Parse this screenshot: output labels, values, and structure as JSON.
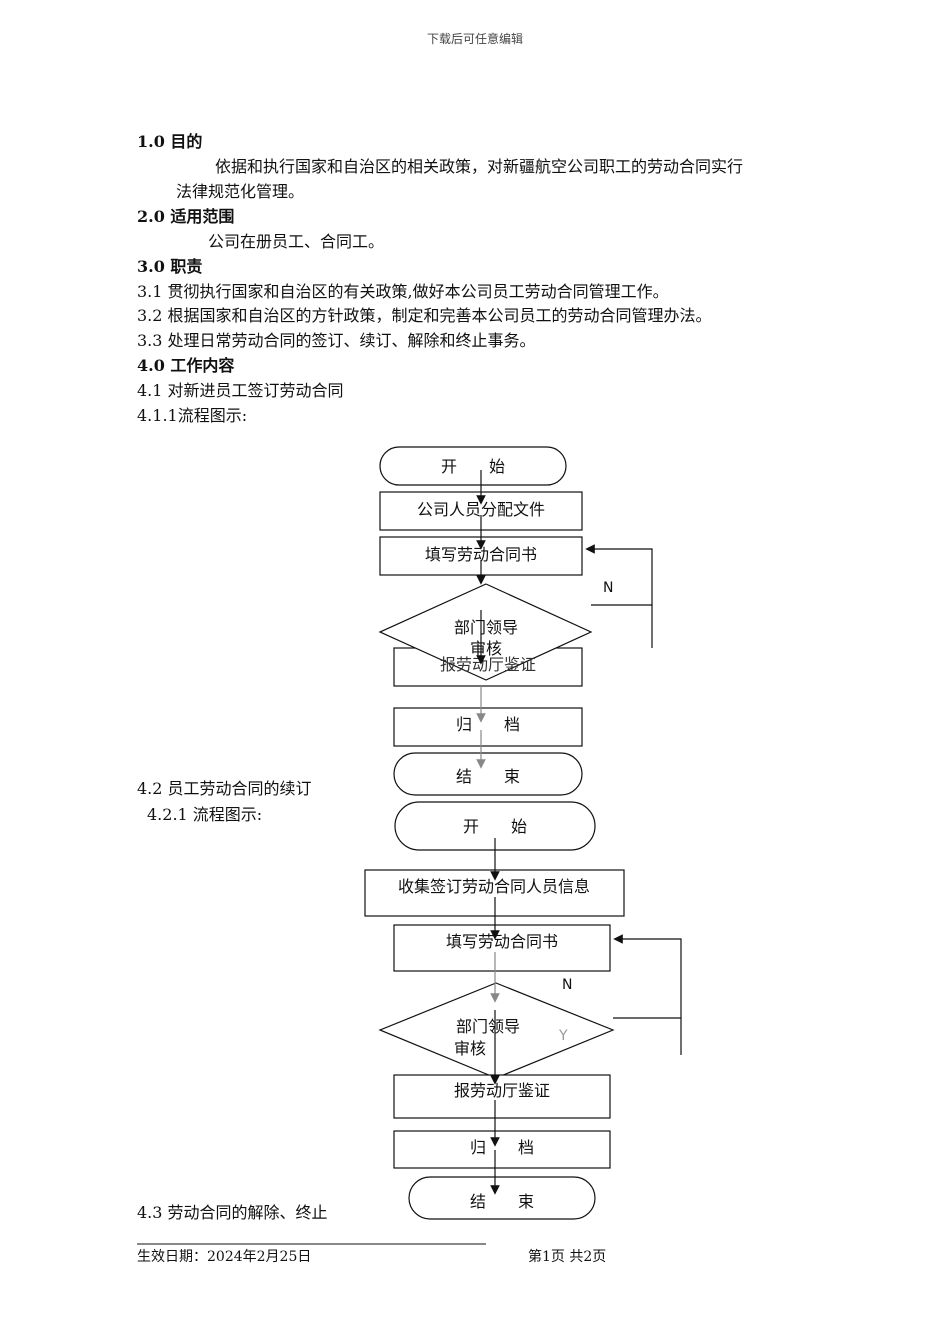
{
  "header": {
    "text": "下载后可任意编辑"
  },
  "sections": {
    "s1_title": "1.0 目的",
    "s1_body1": "依据和执行国家和自治区的相关政策，对新疆航空公司职工的劳动合同实行",
    "s1_body2": "法律规范化管理。",
    "s2_title": "2.0 适用范围",
    "s2_body": "公司在册员工、合同工。",
    "s3_title": "3.0 职责",
    "s3_1": "3.1 贯彻执行国家和自治区的有关政策,做好本公司员工劳动合同管理工作。",
    "s3_2": "3.2 根据国家和自治区的方针政策，制定和完善本公司员工的劳动合同管理办法。",
    "s3_3": "3.3 处理日常劳动合同的签订、续订、解除和终止事务。",
    "s4_title": "4.0 工作内容",
    "s4_1": "4.1 对新进员工签订劳动合同",
    "s4_1_1": "4.1.1流程图示:",
    "s4_2": "4.2  员工劳动合同的续订",
    "s4_2_1": "4.2.1 流程图示:",
    "s4_3": "4.3  劳动合同的解除、终止"
  },
  "flow1": {
    "start": "开　　始",
    "step1": "公司人员分配文件",
    "step2": "填写劳动合同书",
    "decision_l1": "部门领导",
    "decision_l2": "审核",
    "step3": "报劳动厅鉴证",
    "step4": "归　　档",
    "end": "结　　束",
    "no_label": "N"
  },
  "flow2": {
    "start": "开　　始",
    "step1": "收集签订劳动合同人员信息",
    "step2": "填写劳动合同书",
    "decision_l1": "部门领导",
    "decision_l2": "审核",
    "step3": "报劳动厅鉴证",
    "step4": "归　　档",
    "end": "结　　束",
    "no_label": "N",
    "yes_label": "Y"
  },
  "footer": {
    "effective": "生效日期：2024年2月25日",
    "page": "第1页 共2页"
  }
}
